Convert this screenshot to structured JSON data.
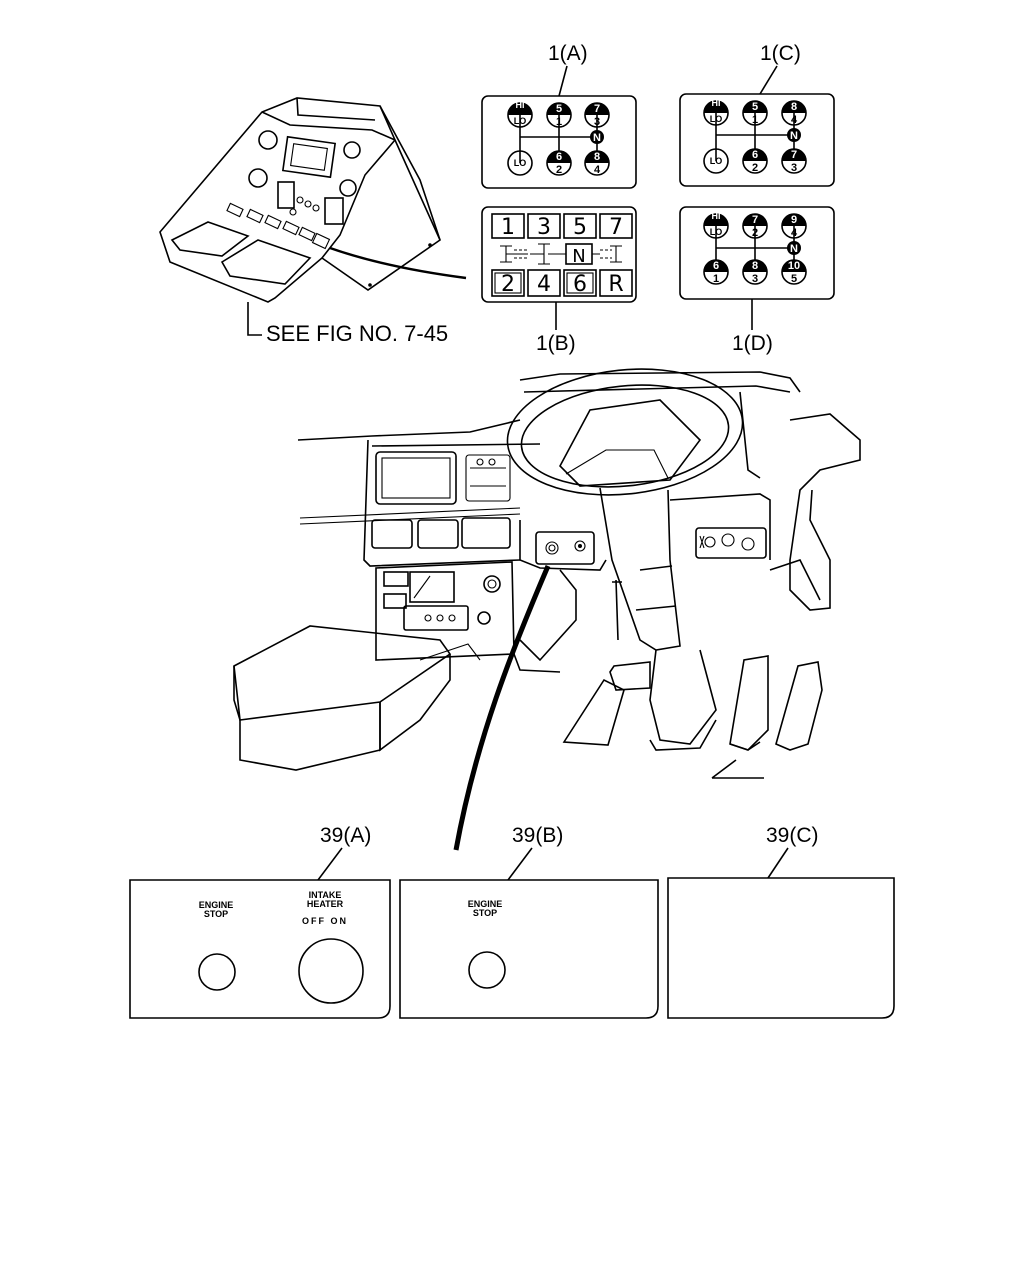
{
  "figure_reference": "SEE FIG NO. 7-45",
  "shift_patterns": [
    {
      "label": "1(A)",
      "knobs": [
        {
          "id": "hilo",
          "top": "HI",
          "bottom": "LO"
        },
        {
          "id": "k5-1",
          "top": "5",
          "bottom": "1"
        },
        {
          "id": "k7-3",
          "top": "7",
          "bottom": "3"
        },
        {
          "id": "kN",
          "top": "N",
          "bottom": ""
        },
        {
          "id": "kLO",
          "top": "LO",
          "bottom": ""
        },
        {
          "id": "k6-2",
          "top": "6",
          "bottom": "2"
        },
        {
          "id": "k8-4",
          "top": "8",
          "bottom": "4"
        }
      ]
    },
    {
      "label": "1(B)",
      "top_row": [
        "1",
        "3",
        "5",
        "7"
      ],
      "neutral": "N",
      "bottom_row": [
        "2",
        "4",
        "6",
        "R"
      ]
    },
    {
      "label": "1(C)",
      "knobs": [
        {
          "id": "hilo",
          "top": "HI",
          "bottom": "LO"
        },
        {
          "id": "k5-1",
          "top": "5",
          "bottom": "1"
        },
        {
          "id": "k8-4",
          "top": "8",
          "bottom": "4"
        },
        {
          "id": "kN",
          "top": "N",
          "bottom": ""
        },
        {
          "id": "kLO",
          "top": "LO",
          "bottom": ""
        },
        {
          "id": "k6-2",
          "top": "6",
          "bottom": "2"
        },
        {
          "id": "k7-3",
          "top": "7",
          "bottom": "3"
        }
      ]
    },
    {
      "label": "1(D)",
      "knobs": [
        {
          "id": "hilo",
          "top": "HI",
          "bottom": "LO"
        },
        {
          "id": "k7-2",
          "top": "7",
          "bottom": "2"
        },
        {
          "id": "k9-4",
          "top": "9",
          "bottom": "4"
        },
        {
          "id": "kN",
          "top": "N",
          "bottom": ""
        },
        {
          "id": "k6-1",
          "top": "6",
          "bottom": "1"
        },
        {
          "id": "k8-3",
          "top": "8",
          "bottom": "3"
        },
        {
          "id": "k10-5",
          "top": "10",
          "bottom": "5"
        }
      ]
    }
  ],
  "panels": [
    {
      "label": "39(A)",
      "engine_stop": [
        "ENGINE",
        "STOP"
      ],
      "intake_heater": [
        "INTAKE",
        "HEATER"
      ],
      "switch_positions": "OFF  ON"
    },
    {
      "label": "39(B)",
      "engine_stop": [
        "ENGINE",
        "STOP"
      ]
    },
    {
      "label": "39(C)"
    }
  ]
}
